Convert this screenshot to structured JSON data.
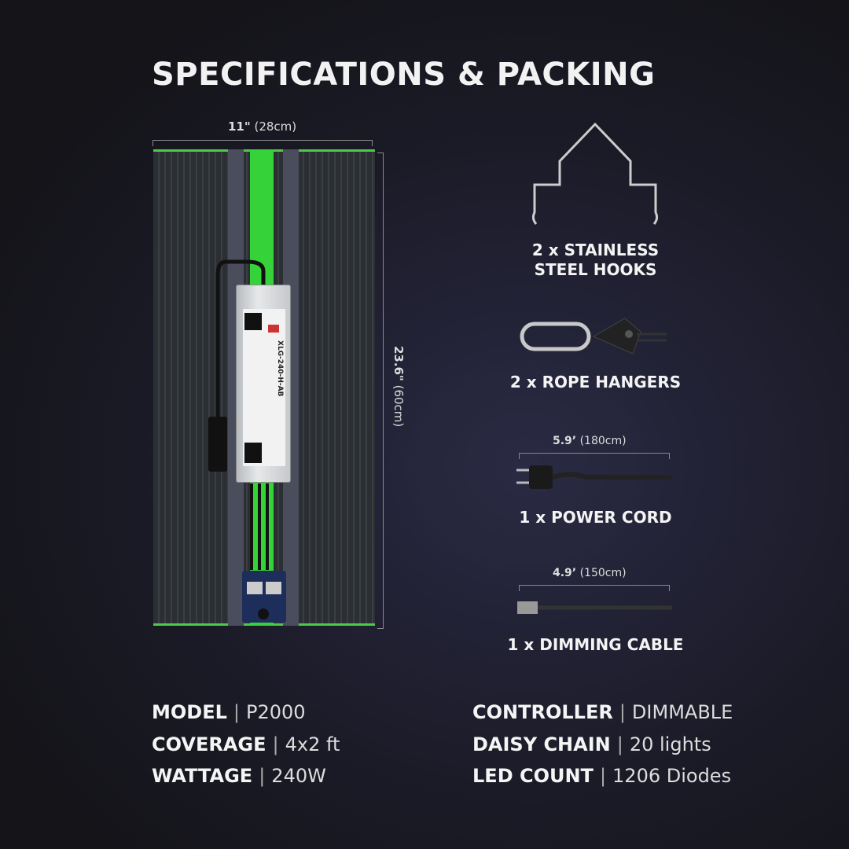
{
  "title": "SPECIFICATIONS & PACKING",
  "dimensions": {
    "width_bold": "11\"",
    "width_unit": "(28cm)",
    "height_bold": "23.6\"",
    "height_unit": "(60cm)"
  },
  "driver": {
    "model": "XLG-240-H-AB"
  },
  "packing": [
    {
      "label_line1": "2 x STAINLESS",
      "label_line2": "STEEL HOOKS",
      "icon": "hook-icon"
    },
    {
      "label": "2 x ROPE HANGERS",
      "icon": "rope-hanger-icon"
    },
    {
      "length_bold": "5.9’",
      "length_unit": "(180cm)",
      "label": "1 x POWER CORD",
      "icon": "power-cord-icon"
    },
    {
      "length_bold": "4.9’",
      "length_unit": "(150cm)",
      "label": "1 x DIMMING CABLE",
      "icon": "dimming-cable-icon"
    }
  ],
  "specs_left": [
    {
      "key": "MODEL",
      "value": "P2000"
    },
    {
      "key": "COVERAGE",
      "value": "4x2 ft"
    },
    {
      "key": "WATTAGE",
      "value": "240W"
    }
  ],
  "specs_right": [
    {
      "key": "CONTROLLER",
      "value": "DIMMABLE"
    },
    {
      "key": "DAISY CHAIN",
      "value": "20 lights"
    },
    {
      "key": "LED COUNT",
      "value": "1206 Diodes"
    }
  ]
}
